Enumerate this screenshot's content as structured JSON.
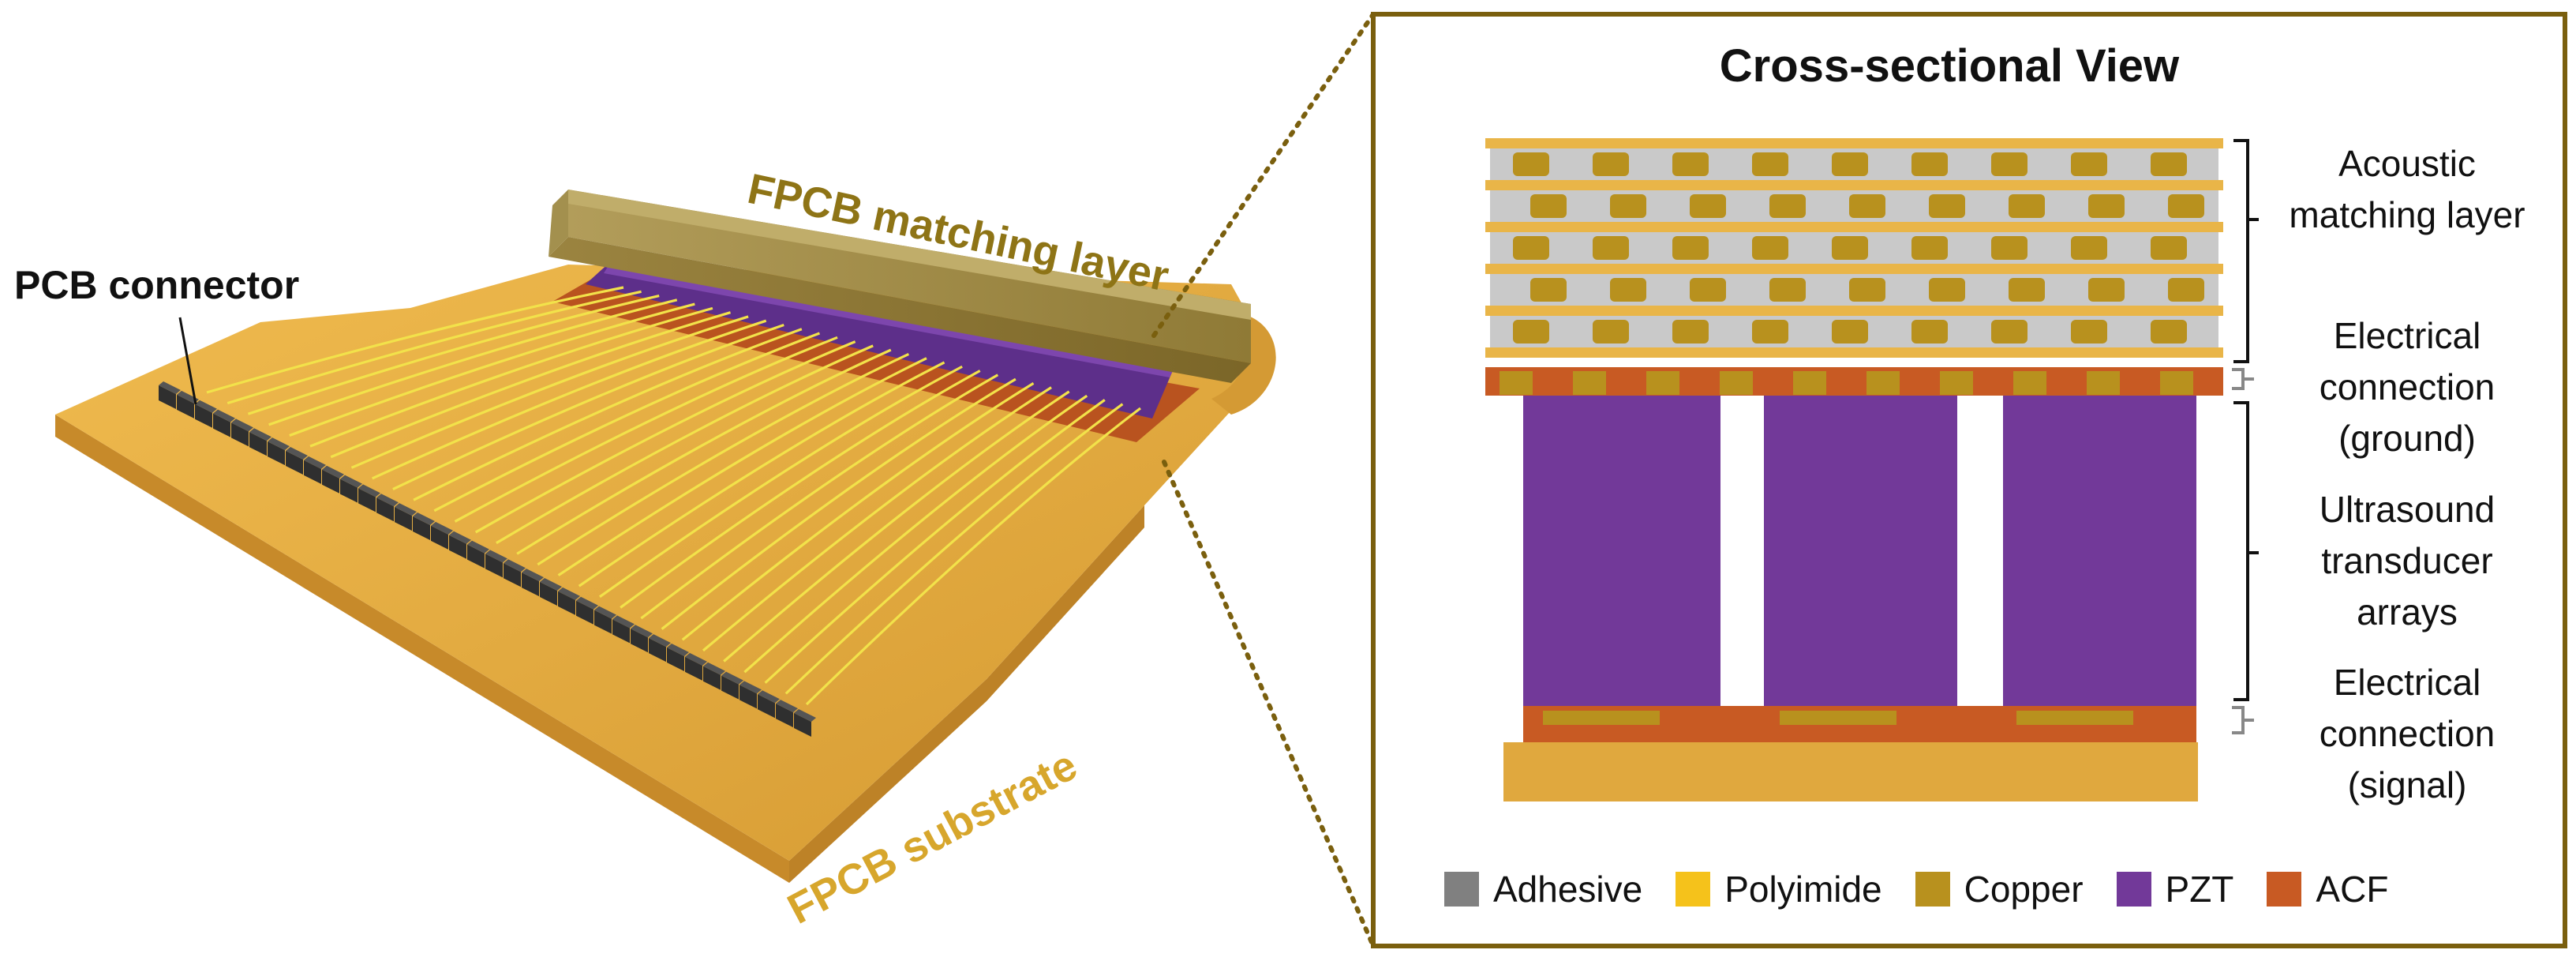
{
  "labels": {
    "pcb_connector": "PCB connector",
    "fpcb_matching_layer": "FPCB matching layer",
    "fpcb_substrate": "FPCB substrate"
  },
  "panel": {
    "title": "Cross-sectional View",
    "side_labels": [
      "Acoustic matching layer",
      "Electrical connection (ground)",
      "Ultrasound transducer arrays",
      "Electrical connection (signal)"
    ]
  },
  "legend": [
    {
      "label": "Adhesive",
      "color": "#808080"
    },
    {
      "label": "Polyimide",
      "color": "#f5c21b"
    },
    {
      "label": "Copper",
      "color": "#b8911e"
    },
    {
      "label": "PZT",
      "color": "#723999"
    },
    {
      "label": "ACF",
      "color": "#c85a23"
    }
  ],
  "colors": {
    "frame": "#7a5f0e",
    "substrate": "#e0a83e",
    "matching_block": "#a8904a",
    "trace": "#f2e24a",
    "connector_pin": "#333333",
    "pzt": "#723999",
    "acf": "#c85a23",
    "copper": "#b8911e",
    "polyimide": "#e9b548",
    "adhesive_band": "#c8c8c8"
  }
}
